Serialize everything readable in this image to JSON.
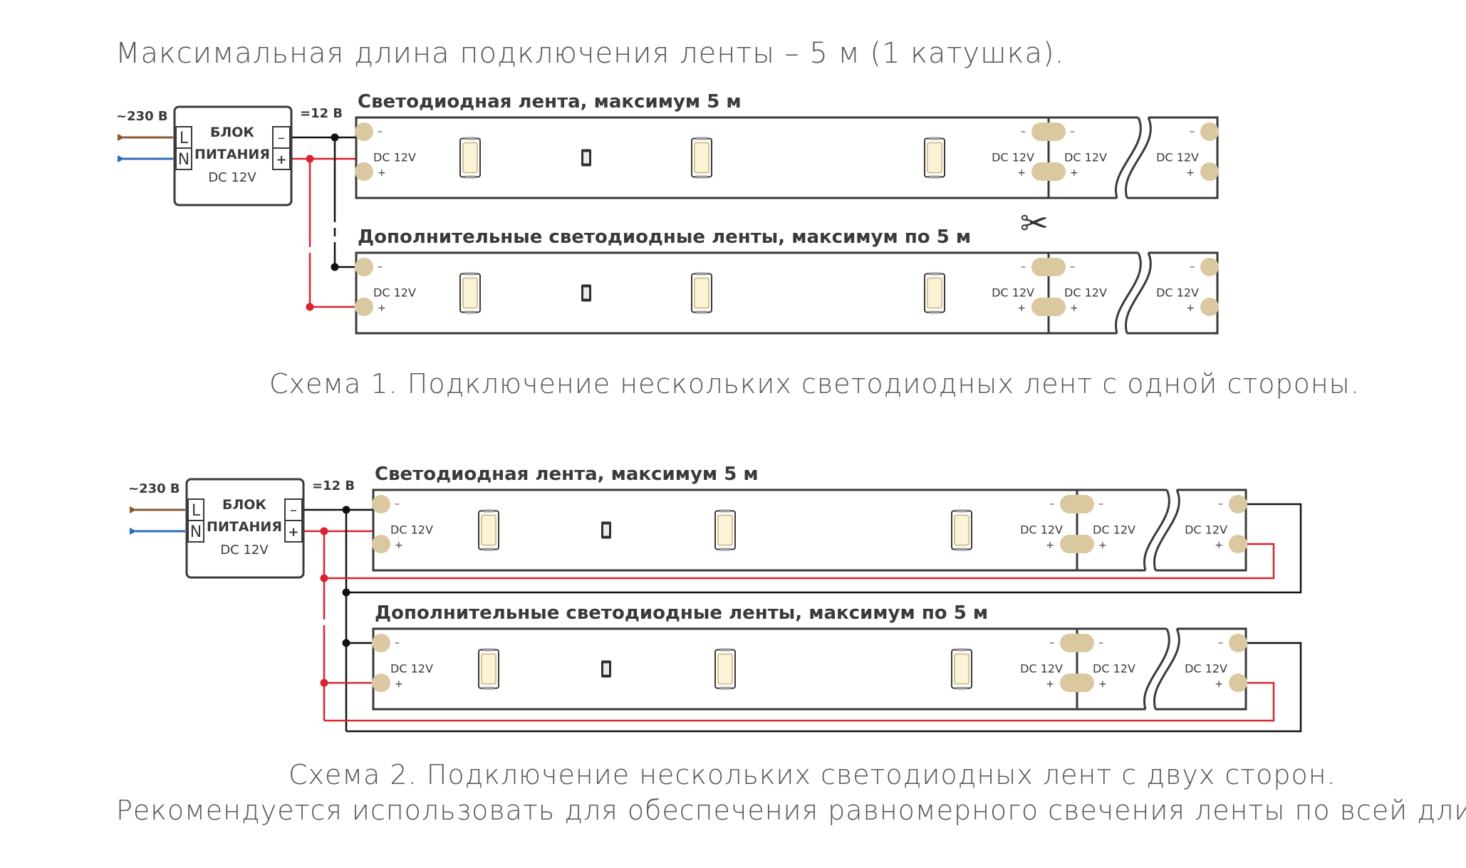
{
  "header": {
    "text": "Максимальная длина подключения ленты – 5 м (1 катушка)."
  },
  "colors": {
    "outline": "#3a3a3a",
    "pad": "#dac8a0",
    "wire_black": "#111111",
    "wire_red": "#d9232e",
    "arrow_L": "#8b5a32",
    "arrow_N": "#2f6db5",
    "led_fill": "#fbf3d6",
    "caption": "#55555a"
  },
  "icons": {
    "scissors": "scissors-icon"
  },
  "psu": {
    "title1": "БЛОК",
    "title2": "ПИТАНИЯ",
    "model": "DC 12V",
    "input_label": "~230 В",
    "output_label": "=12 В",
    "L": "L",
    "N": "N",
    "minus": "–",
    "plus": "+"
  },
  "strip": {
    "pad_label": "DC 12V",
    "minus": "–",
    "plus": "+"
  },
  "scheme1": {
    "strip1_title": "Светодиодная лента, максимум 5 м",
    "strip2_title": "Дополнительные светодиодные ленты, максимум по 5 м",
    "caption": "Схема 1. Подключение нескольких светодиодных лент с одной стороны."
  },
  "scheme2": {
    "strip1_title": "Светодиодная лента, максимум 5 м",
    "strip2_title": "Дополнительные светодиодные ленты, максимум по 5 м",
    "caption_line1": "Схема 2. Подключение нескольких светодиодных лент с двух сторон.",
    "caption_line2": "Рекомендуется использовать для обеспечения равномерного свечения ленты по всей длине."
  }
}
